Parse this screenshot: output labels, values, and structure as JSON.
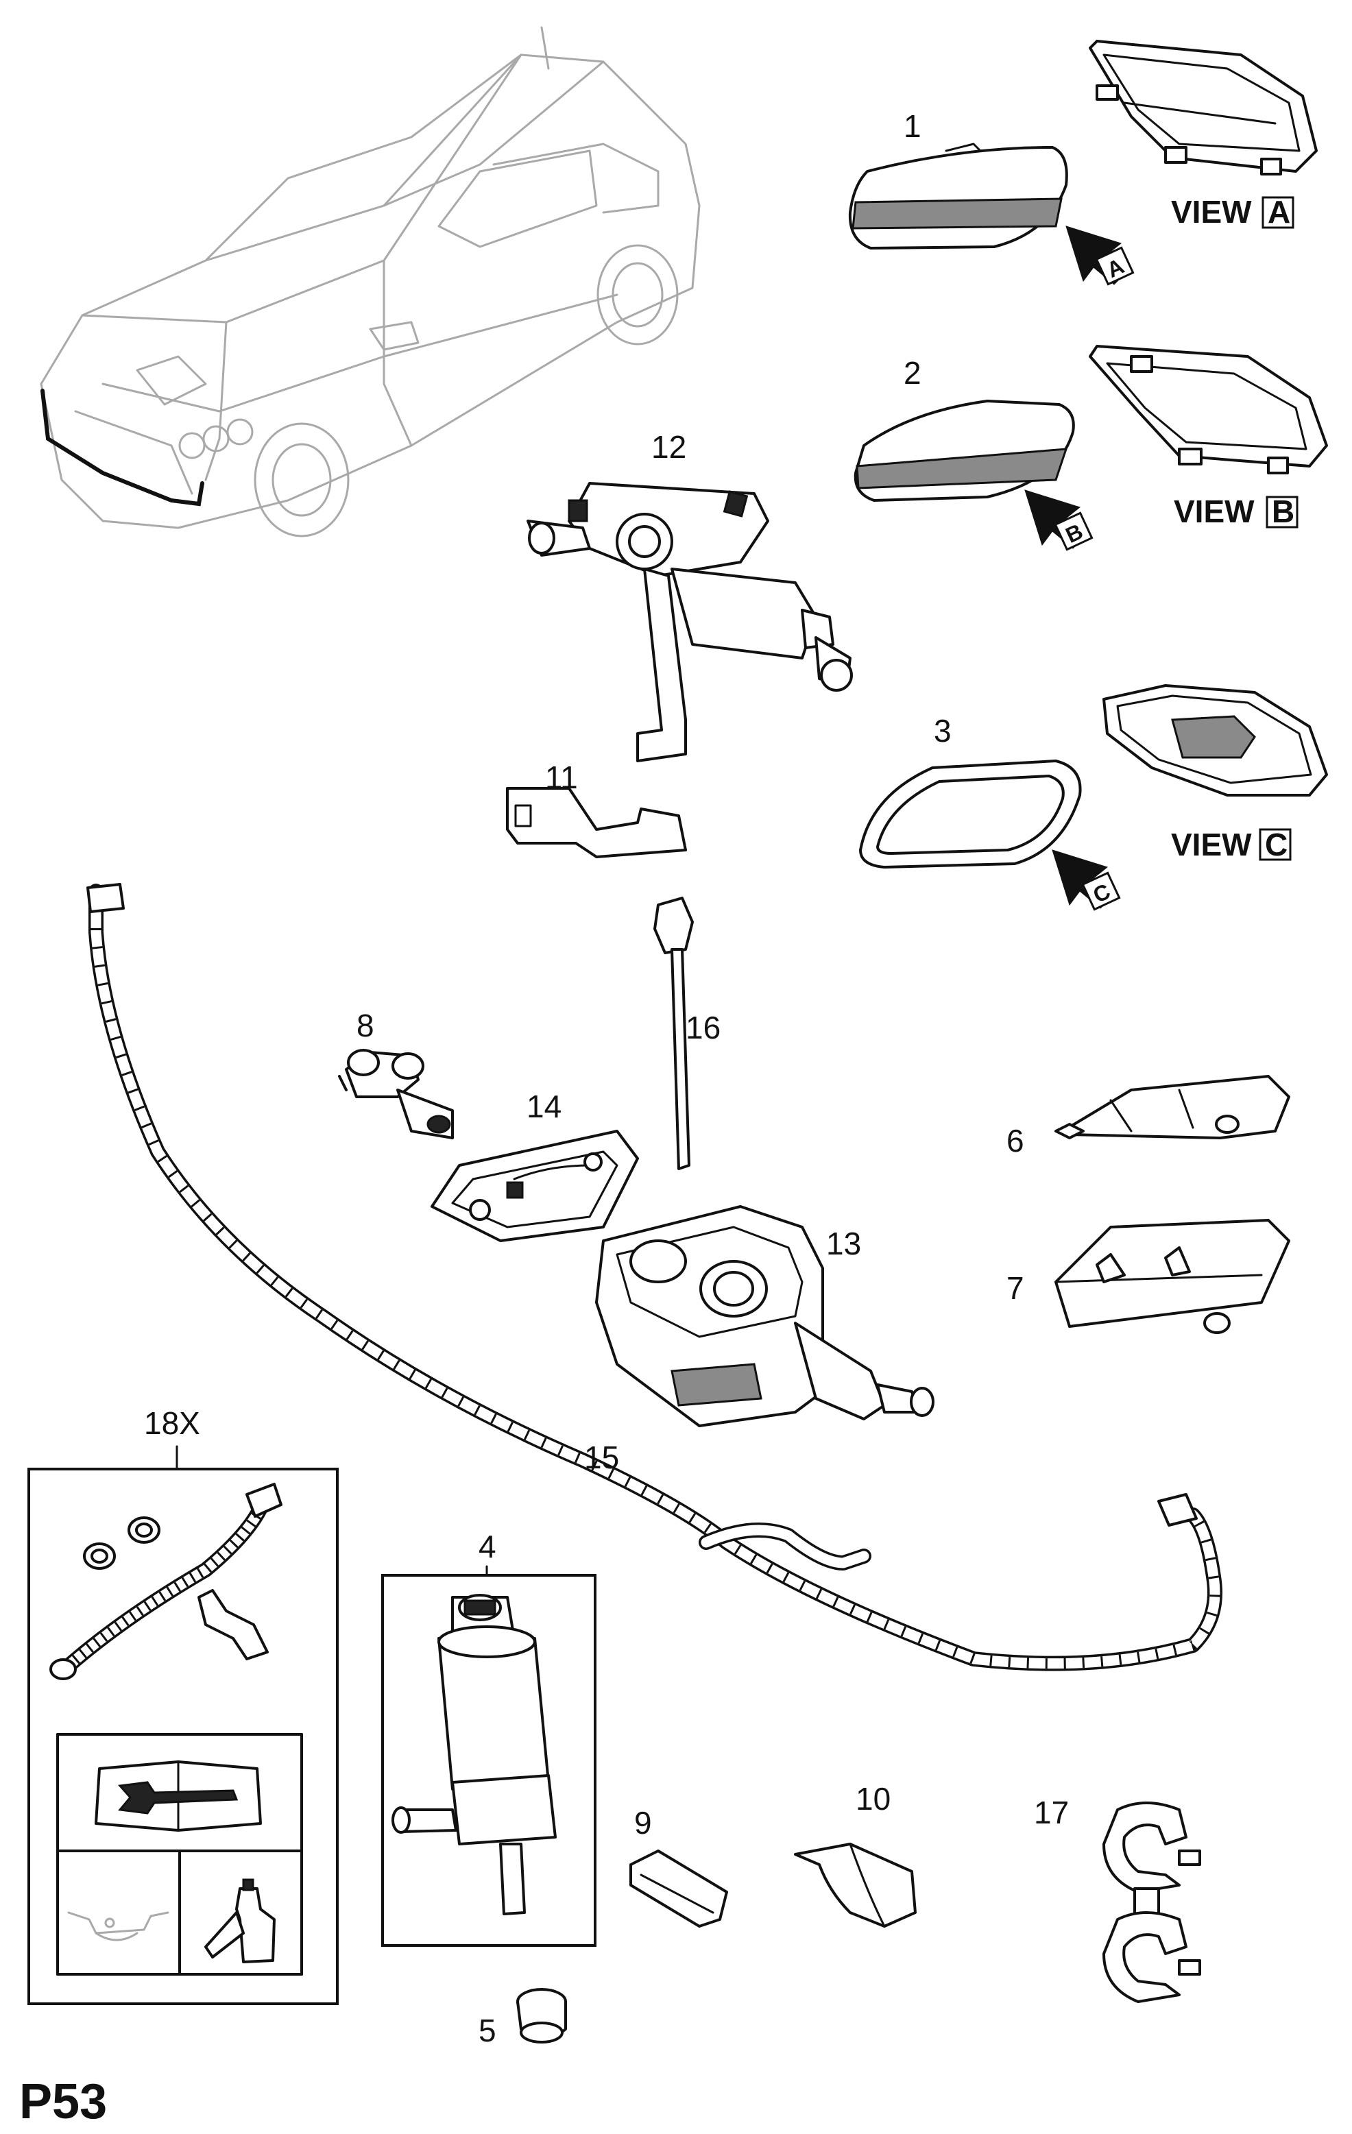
{
  "page_code": "P53",
  "views": [
    {
      "word": "VIEW",
      "letter": "A"
    },
    {
      "word": "VIEW",
      "letter": "B"
    },
    {
      "word": "VIEW",
      "letter": "C"
    }
  ],
  "arrow_letters": [
    "A",
    "B",
    "C"
  ],
  "callouts": {
    "c1": "1",
    "c2": "2",
    "c3": "3",
    "c4": "4",
    "c5": "5",
    "c6": "6",
    "c7": "7",
    "c8": "8",
    "c9": "9",
    "c10": "10",
    "c11": "11",
    "c12": "12",
    "c13": "13",
    "c14": "14",
    "c15": "15",
    "c16": "16",
    "c17": "17",
    "c18": "18X"
  },
  "colors": {
    "line": "#111111",
    "car_outline": "#a9a9a9",
    "shading": "#8a8a8a",
    "background": "#ffffff"
  },
  "icons": [
    "wrench-manual-icon",
    "oil-tray-icon",
    "grease-tube-icon",
    "view-arrow-icon"
  ]
}
